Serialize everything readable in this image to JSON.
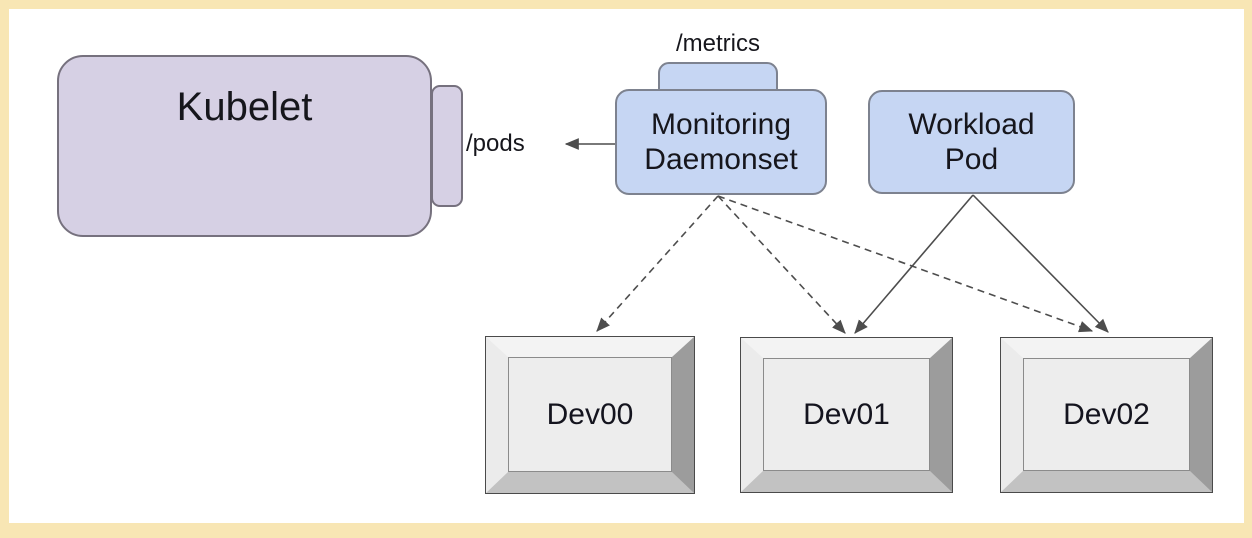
{
  "diagram": {
    "nodes": {
      "kubelet": {
        "label": "Kubelet"
      },
      "metrics_tab": {
        "label": "/metrics"
      },
      "daemonset": {
        "label_line1": "Monitoring",
        "label_line2": "Daemonset"
      },
      "workload": {
        "label_line1": "Workload",
        "label_line2": "Pod"
      },
      "devices": [
        {
          "label": "Dev00"
        },
        {
          "label": "Dev01"
        },
        {
          "label": "Dev02"
        }
      ]
    },
    "edge_labels": {
      "pods": "/pods"
    },
    "edges": [
      {
        "name": "daemonset-to-kubelet-pods",
        "style": "solid",
        "points": [
          [
            615,
            144
          ],
          [
            566,
            144
          ]
        ]
      },
      {
        "name": "daemonset-to-dev00",
        "style": "dashed",
        "points": [
          [
            718,
            196
          ],
          [
            597,
            331
          ]
        ]
      },
      {
        "name": "daemonset-to-dev01",
        "style": "dashed",
        "points": [
          [
            718,
            196
          ],
          [
            845,
            333
          ]
        ]
      },
      {
        "name": "daemonset-to-dev02",
        "style": "dashed",
        "points": [
          [
            718,
            196
          ],
          [
            1092,
            331
          ]
        ]
      },
      {
        "name": "workload-to-dev01",
        "style": "solid",
        "points": [
          [
            973,
            195
          ],
          [
            855,
            333
          ]
        ]
      },
      {
        "name": "workload-to-dev02",
        "style": "solid",
        "points": [
          [
            973,
            195
          ],
          [
            1108,
            332
          ]
        ]
      }
    ],
    "colors": {
      "frame_border": "#f8e6b4",
      "kubelet_fill": "#d6d0e4",
      "kubelet_stroke": "#76717e",
      "pod_fill": "#c6d6f3",
      "pod_stroke": "#7d828f",
      "device_face": "#ededed",
      "device_bevel_dark": "#9c9c9c",
      "arrow": "#4d4d4d"
    }
  }
}
